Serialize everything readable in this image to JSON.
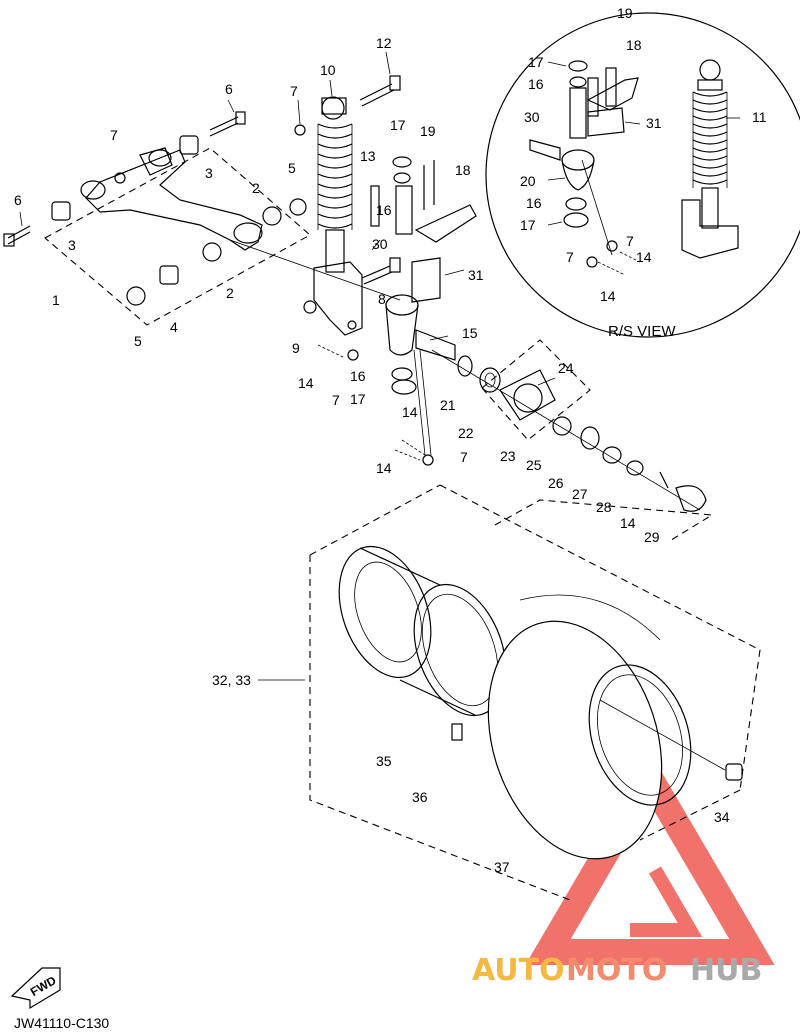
{
  "diagram": {
    "callouts": [
      {
        "id": "c6a",
        "text": "6"
      },
      {
        "id": "c7a",
        "text": "7"
      },
      {
        "id": "c10",
        "text": "10"
      },
      {
        "id": "c12",
        "text": "12"
      },
      {
        "id": "c7b",
        "text": "7"
      },
      {
        "id": "c3a",
        "text": "3"
      },
      {
        "id": "c5a",
        "text": "5"
      },
      {
        "id": "c2a",
        "text": "2"
      },
      {
        "id": "c13",
        "text": "13"
      },
      {
        "id": "c17a",
        "text": "17"
      },
      {
        "id": "c19a",
        "text": "19"
      },
      {
        "id": "c18a",
        "text": "18"
      },
      {
        "id": "c16a",
        "text": "16"
      },
      {
        "id": "c30a",
        "text": "30"
      },
      {
        "id": "c6b",
        "text": "6"
      },
      {
        "id": "c3b",
        "text": "3"
      },
      {
        "id": "c1",
        "text": "1"
      },
      {
        "id": "c4",
        "text": "4"
      },
      {
        "id": "c5b",
        "text": "5"
      },
      {
        "id": "c2b",
        "text": "2"
      },
      {
        "id": "c8",
        "text": "8"
      },
      {
        "id": "c31a",
        "text": "31"
      },
      {
        "id": "c9",
        "text": "9"
      },
      {
        "id": "c14a",
        "text": "14"
      },
      {
        "id": "c7c",
        "text": "7"
      },
      {
        "id": "c16b",
        "text": "16"
      },
      {
        "id": "c17b",
        "text": "17"
      },
      {
        "id": "c15",
        "text": "15"
      },
      {
        "id": "c21",
        "text": "21"
      },
      {
        "id": "c22",
        "text": "22"
      },
      {
        "id": "c24",
        "text": "24"
      },
      {
        "id": "c14b",
        "text": "14"
      },
      {
        "id": "c14c",
        "text": "14"
      },
      {
        "id": "c7d",
        "text": "7"
      },
      {
        "id": "c23",
        "text": "23"
      },
      {
        "id": "c25",
        "text": "25"
      },
      {
        "id": "c26",
        "text": "26"
      },
      {
        "id": "c27",
        "text": "27"
      },
      {
        "id": "c28",
        "text": "28"
      },
      {
        "id": "c14d",
        "text": "14"
      },
      {
        "id": "c29",
        "text": "29"
      },
      {
        "id": "c3233",
        "text": "32, 33"
      },
      {
        "id": "c35",
        "text": "35"
      },
      {
        "id": "c36",
        "text": "36"
      },
      {
        "id": "c34",
        "text": "34"
      },
      {
        "id": "c37",
        "text": "37"
      },
      {
        "id": "r19",
        "text": "19"
      },
      {
        "id": "r17a",
        "text": "17"
      },
      {
        "id": "r18",
        "text": "18"
      },
      {
        "id": "r16a",
        "text": "16"
      },
      {
        "id": "r30",
        "text": "30"
      },
      {
        "id": "r31",
        "text": "31"
      },
      {
        "id": "r11",
        "text": "11"
      },
      {
        "id": "r20",
        "text": "20"
      },
      {
        "id": "r16b",
        "text": "16"
      },
      {
        "id": "r17b",
        "text": "17"
      },
      {
        "id": "r7a",
        "text": "7"
      },
      {
        "id": "r7b",
        "text": "7"
      },
      {
        "id": "r14a",
        "text": "14"
      },
      {
        "id": "r14b",
        "text": "14"
      }
    ],
    "rs_view_label": "R/S VIEW",
    "fwd_label": "FWD",
    "drawing_code": "JW41110-C130"
  },
  "watermark": {
    "brand_part1": "AUTO",
    "brand_part2": "MOTO",
    "brand_part3": "HUB",
    "colors": {
      "auto": "#f4b942",
      "moto": "#f28c6e",
      "hub": "#a9a9a9",
      "logo": "#ee5a52"
    }
  }
}
